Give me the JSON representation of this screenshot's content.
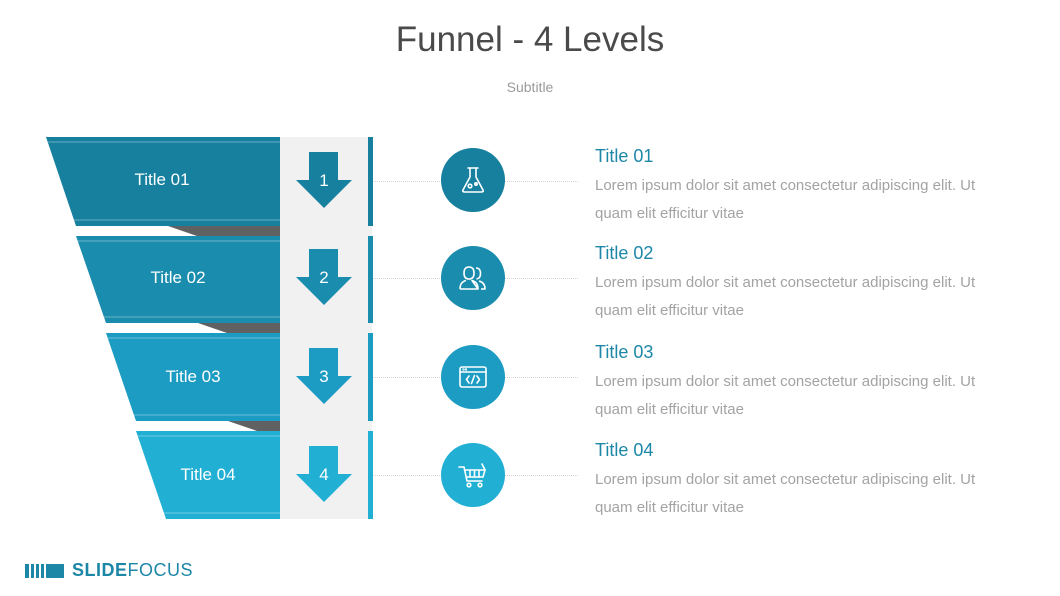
{
  "header": {
    "title": "Funnel - 4 Levels",
    "subtitle": "Subtitle"
  },
  "colors": {
    "accent": "#1d87a7",
    "level_colors": [
      "#17809f",
      "#1a8cad",
      "#1c9cc3",
      "#22afd4"
    ],
    "shadow": "#5f6163",
    "panel": "#f1f1f1"
  },
  "levels": [
    {
      "label": "Title 01",
      "number": "1",
      "icon": "flask-icon",
      "title": "Title 01",
      "desc": "Lorem ipsum dolor sit amet consectetur adipiscing elit. Ut quam elit efficitur vitae"
    },
    {
      "label": "Title 02",
      "number": "2",
      "icon": "users-icon",
      "title": "Title 02",
      "desc": "Lorem ipsum dolor sit amet consectetur adipiscing elit. Ut quam elit efficitur vitae"
    },
    {
      "label": "Title 03",
      "number": "3",
      "icon": "code-window-icon",
      "title": "Title 03",
      "desc": "Lorem ipsum dolor sit amet consectetur adipiscing elit. Ut quam elit efficitur vitae"
    },
    {
      "label": "Title 04",
      "number": "4",
      "icon": "shopping-cart-icon",
      "title": "Title 04",
      "desc": "Lorem ipsum dolor sit amet consectetur adipiscing elit. Ut quam elit efficitur vitae"
    }
  ],
  "footer": {
    "logo_bold": "SLIDE",
    "logo_light": "FOCUS"
  }
}
